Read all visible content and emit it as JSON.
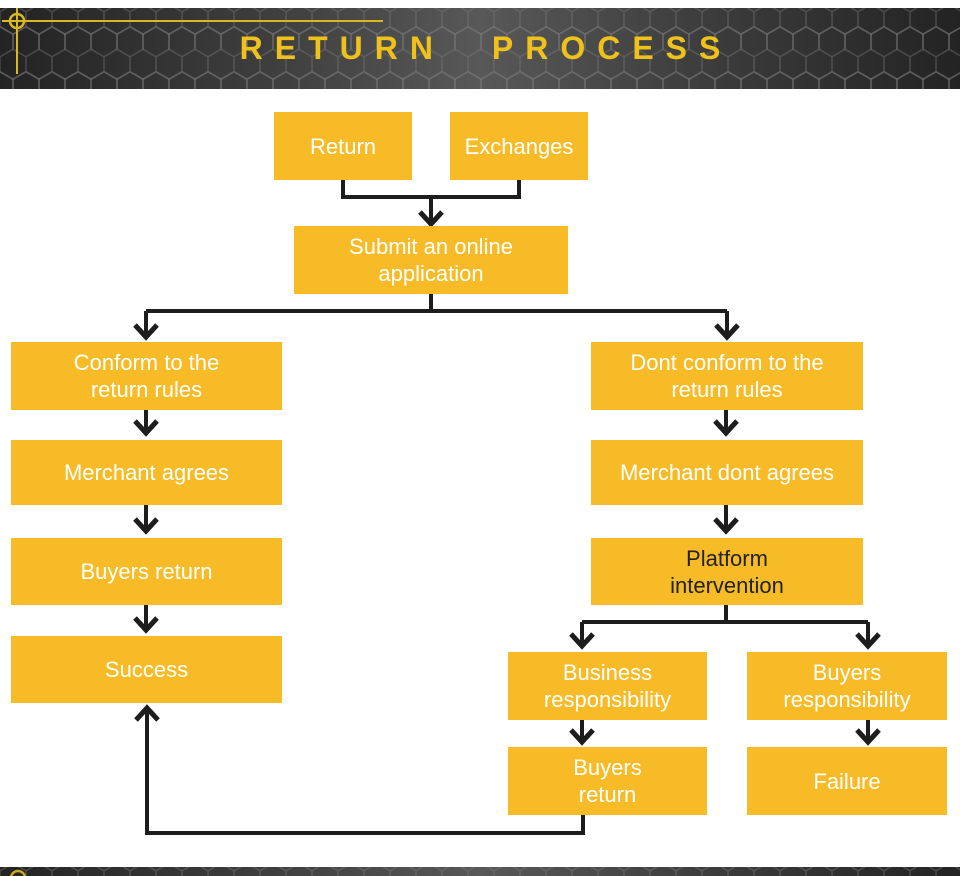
{
  "header": {
    "title": "RETURN PROCESS"
  },
  "nodes": {
    "return": {
      "label": "Return"
    },
    "exchanges": {
      "label": "Exchanges"
    },
    "submit_application": {
      "label": "Submit an online\napplication"
    },
    "conform_rules": {
      "label": "Conform to the\nreturn rules"
    },
    "dont_conform_rules": {
      "label": "Dont conform to the\nreturn rules"
    },
    "merchant_agrees": {
      "label": "Merchant agrees"
    },
    "merchant_dont_agrees": {
      "label": "Merchant dont agrees"
    },
    "buyers_return_left": {
      "label": "Buyers return"
    },
    "platform_intervention": {
      "label": "Platform\nintervention"
    },
    "success": {
      "label": "Success"
    },
    "business_responsibility": {
      "label": "Business\nresponsibility"
    },
    "buyers_responsibility": {
      "label": "Buyers\nresponsibility"
    },
    "buyers_return_right": {
      "label": "Buyers\nreturn"
    },
    "failure": {
      "label": "Failure"
    }
  },
  "colors": {
    "box_fill": "#F6BB27",
    "box_text": "#FFFFFF",
    "platform_box_text": "#222222",
    "connector_line": "#1D1D1D",
    "title_text": "#EEC21B",
    "banner_accent_line": "#D9B91F",
    "banner_background": "#2B2B2B"
  }
}
